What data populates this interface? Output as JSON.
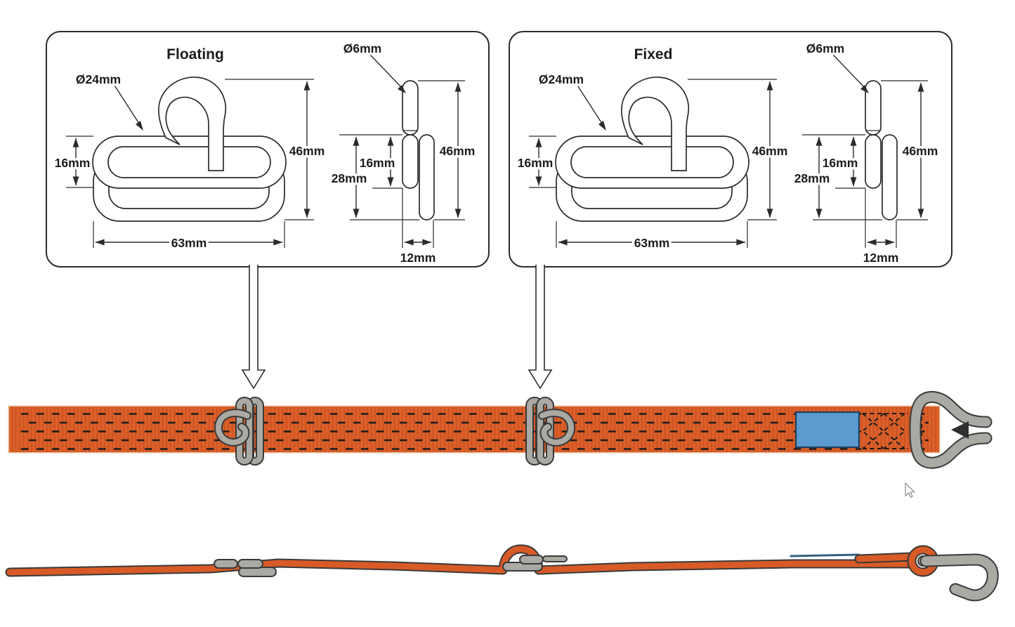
{
  "diagram": {
    "panels": [
      {
        "title": "Floating",
        "front": {
          "diameter": "Ø24mm",
          "slot": "16mm",
          "width": "63mm",
          "height": "46mm"
        },
        "side": {
          "diameter": "Ø6mm",
          "slot": "16mm",
          "body": "28mm",
          "height": "46mm",
          "width": "12mm"
        }
      },
      {
        "title": "Fixed",
        "front": {
          "diameter": "Ø24mm",
          "slot": "16mm",
          "width": "63mm",
          "height": "46mm"
        },
        "side": {
          "diameter": "Ø6mm",
          "slot": "16mm",
          "body": "28mm",
          "height": "46mm",
          "width": "12mm"
        }
      }
    ],
    "colors": {
      "strap": "#D85B27",
      "strap_rib": "#C04D1C",
      "strap_edge": "#EFD9BC",
      "hook": "#ABA9A4",
      "hook_outline": "#3A3A3A",
      "label": "#5B9BD0",
      "label_border": "#1E3F5C",
      "line": "#2B2B2B",
      "stitch": "#1C1C1C"
    }
  }
}
